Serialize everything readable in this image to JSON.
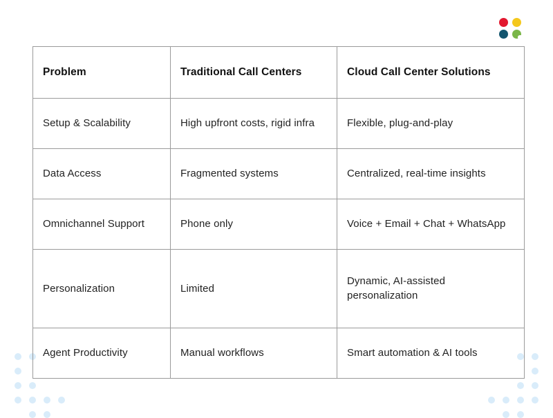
{
  "slide": {
    "background_color": "#ffffff"
  },
  "logo": {
    "name": "four-dot-logo",
    "dots": [
      {
        "name": "logo-dot-red",
        "color": "#e2182f"
      },
      {
        "name": "logo-dot-yellow",
        "color": "#f4c81c"
      },
      {
        "name": "logo-dot-teal",
        "color": "#13556e"
      },
      {
        "name": "logo-dot-green",
        "color": "#7ab648"
      }
    ]
  },
  "decor": {
    "dot_color": "#d9ecfa"
  },
  "table": {
    "columns": [
      "Problem",
      "Traditional Call Centers",
      "Cloud Call Center Solutions"
    ],
    "rows": [
      {
        "problem": "Setup & Scalability",
        "traditional": "High upfront costs, rigid infra",
        "cloud": "Flexible, plug-and-play"
      },
      {
        "problem": "Data Access",
        "traditional": "Fragmented systems",
        "cloud": "Centralized, real-time insights"
      },
      {
        "problem": "Omnichannel Support",
        "traditional": "Phone only",
        "cloud": "Voice + Email + Chat + WhatsApp"
      },
      {
        "problem": "Personalization",
        "traditional": "Limited",
        "cloud": "Dynamic, AI-assisted personalization"
      },
      {
        "problem": "Agent Productivity",
        "traditional": "Manual workflows",
        "cloud": "Smart automation & AI tools"
      }
    ]
  }
}
